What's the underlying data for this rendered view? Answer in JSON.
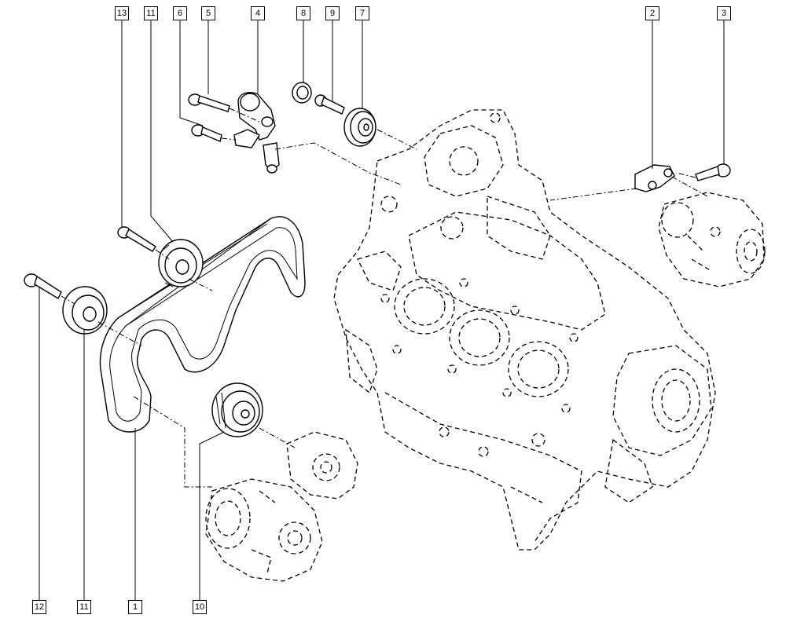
{
  "callouts": [
    {
      "id": "c13",
      "label": "13"
    },
    {
      "id": "c11-top",
      "label": "11"
    },
    {
      "id": "c6",
      "label": "6"
    },
    {
      "id": "c5",
      "label": "5"
    },
    {
      "id": "c4",
      "label": "4"
    },
    {
      "id": "c8",
      "label": "8"
    },
    {
      "id": "c9",
      "label": "9"
    },
    {
      "id": "c7",
      "label": "7"
    },
    {
      "id": "c2",
      "label": "2"
    },
    {
      "id": "c3",
      "label": "3"
    },
    {
      "id": "c12",
      "label": "12"
    },
    {
      "id": "c11-bottom",
      "label": "11"
    },
    {
      "id": "c1",
      "label": "1"
    },
    {
      "id": "c10",
      "label": "10"
    }
  ]
}
